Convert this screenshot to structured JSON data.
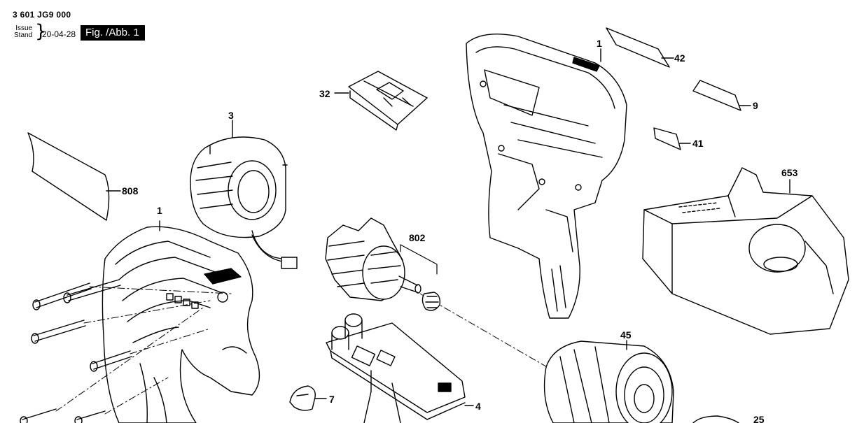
{
  "header": {
    "document_number": "3 601 JG9 000",
    "issue_label_line1": "Issue",
    "issue_label_line2": "Stand",
    "issue_date": "20-04-28",
    "figure_label": "Fig. /Abb. 1"
  },
  "callouts": {
    "housing_right": "1",
    "label_42": "42",
    "label_9": "9",
    "label_41": "41",
    "cover_32": "32",
    "stator": "3",
    "nameplate": "808",
    "housing_left": "1",
    "armature": "802",
    "charger": "653",
    "gearbox": "45",
    "switch_clip": "7",
    "circuit_board": "4",
    "chuck_partial": "25"
  },
  "colors": {
    "ink": "#000000",
    "paper": "#ffffff",
    "label_bg": "#000000",
    "label_fg": "#ffffff"
  }
}
